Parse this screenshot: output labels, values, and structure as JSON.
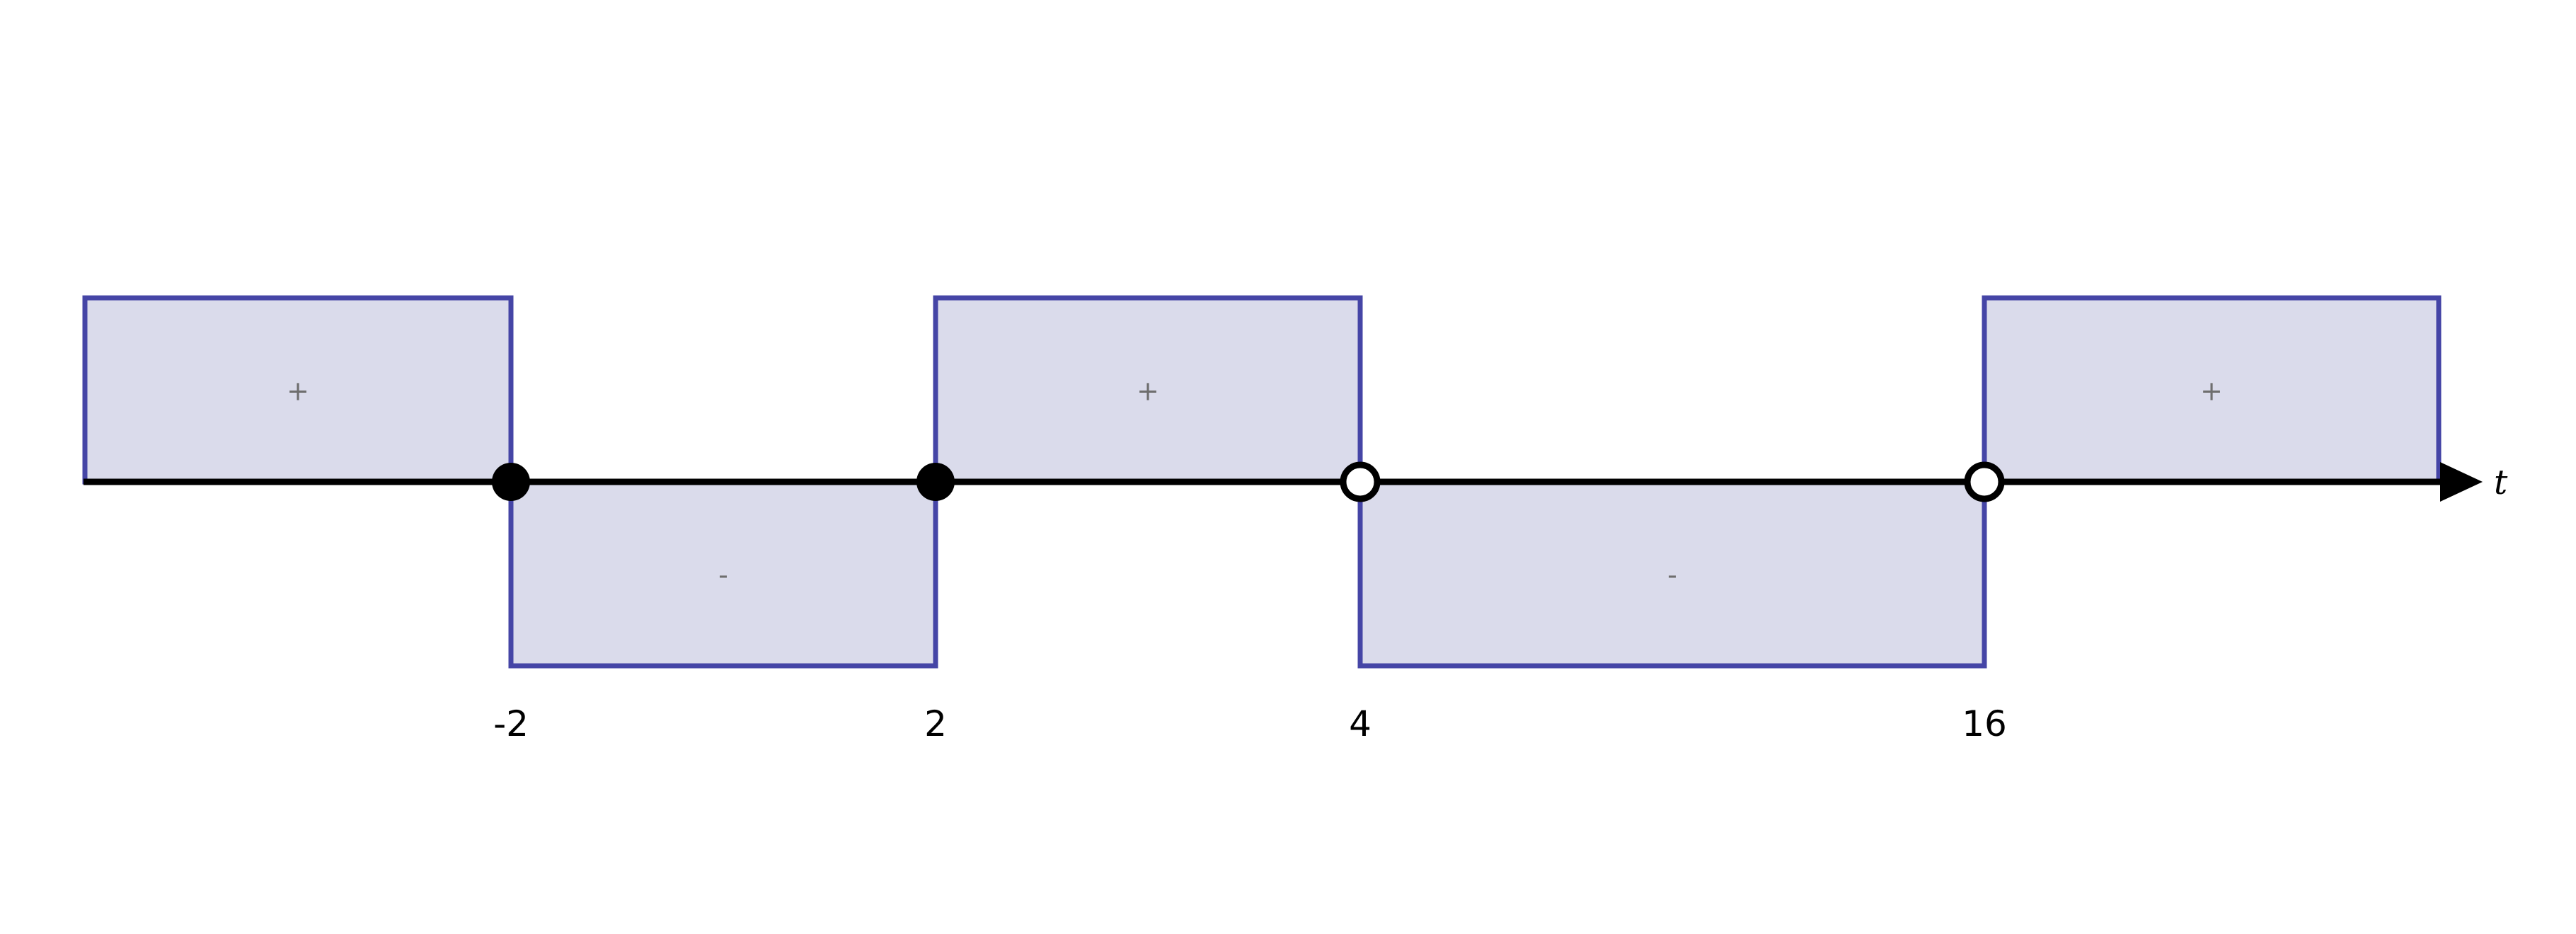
{
  "diagram": {
    "type": "sign-chart",
    "axis_label": "t",
    "critical_points": [
      {
        "value": -2,
        "label": "-2",
        "marker": "filled"
      },
      {
        "value": 2,
        "label": "2",
        "marker": "filled"
      },
      {
        "value": 4,
        "label": "4",
        "marker": "open"
      },
      {
        "value": 16,
        "label": "16",
        "marker": "open"
      }
    ],
    "intervals": [
      {
        "from": "-inf",
        "to": -2,
        "sign": "+"
      },
      {
        "from": -2,
        "to": 2,
        "sign": "-"
      },
      {
        "from": 2,
        "to": 4,
        "sign": "+"
      },
      {
        "from": 4,
        "to": 16,
        "sign": "-"
      },
      {
        "from": 16,
        "to": "inf",
        "sign": "+"
      }
    ],
    "colors": {
      "region_fill": "#dadbeb",
      "region_stroke": "#4545a6",
      "axis": "#000000",
      "sign_text": "#6e6e6e"
    }
  }
}
